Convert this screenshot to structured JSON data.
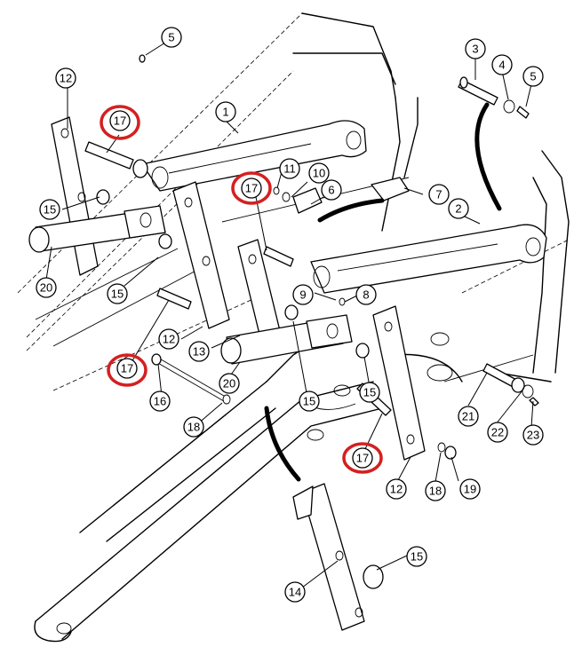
{
  "diagram": {
    "type": "exploded-parts-diagram",
    "highlight_color": "#d42020",
    "callouts": [
      {
        "id": "c5a",
        "label": "5"
      },
      {
        "id": "c12a",
        "label": "12"
      },
      {
        "id": "c17a",
        "label": "17",
        "highlighted": true
      },
      {
        "id": "c1",
        "label": "1"
      },
      {
        "id": "c3",
        "label": "3"
      },
      {
        "id": "c4",
        "label": "4"
      },
      {
        "id": "c5b",
        "label": "5"
      },
      {
        "id": "c11",
        "label": "11"
      },
      {
        "id": "c10",
        "label": "10"
      },
      {
        "id": "c17b",
        "label": "17",
        "highlighted": true
      },
      {
        "id": "c6",
        "label": "6"
      },
      {
        "id": "c7",
        "label": "7"
      },
      {
        "id": "c15a",
        "label": "15"
      },
      {
        "id": "c2",
        "label": "2"
      },
      {
        "id": "c20a",
        "label": "20"
      },
      {
        "id": "c15b",
        "label": "15"
      },
      {
        "id": "c9",
        "label": "9"
      },
      {
        "id": "c8",
        "label": "8"
      },
      {
        "id": "c12b",
        "label": "12"
      },
      {
        "id": "c13",
        "label": "13"
      },
      {
        "id": "c17c",
        "label": "17",
        "highlighted": true
      },
      {
        "id": "c20b",
        "label": "20"
      },
      {
        "id": "c16",
        "label": "16"
      },
      {
        "id": "c15c",
        "label": "15"
      },
      {
        "id": "c15d",
        "label": "15"
      },
      {
        "id": "c21",
        "label": "21"
      },
      {
        "id": "c22",
        "label": "22"
      },
      {
        "id": "c23",
        "label": "23"
      },
      {
        "id": "c18a",
        "label": "18"
      },
      {
        "id": "c17d",
        "label": "17",
        "highlighted": true
      },
      {
        "id": "c12c",
        "label": "12"
      },
      {
        "id": "c18b",
        "label": "18"
      },
      {
        "id": "c19",
        "label": "19"
      },
      {
        "id": "c15e",
        "label": "15"
      },
      {
        "id": "c14",
        "label": "14"
      }
    ]
  }
}
